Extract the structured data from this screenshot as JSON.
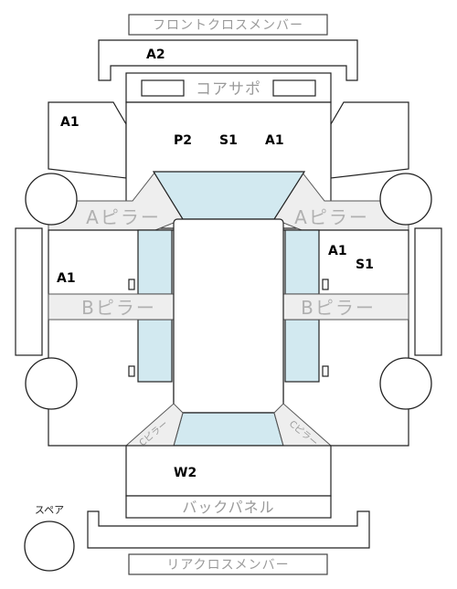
{
  "labels": {
    "front_cross_member": "フロントクロスメンバー",
    "core_support": "コアサポ",
    "a_pillar": "Aピラー",
    "b_pillar": "Bピラー",
    "c_pillar": "Cピラー",
    "back_panel": "バックパネル",
    "rear_cross_member": "リアクロスメンバー",
    "spare": "スペア"
  },
  "codes": {
    "a2": "A2",
    "front_left_a1": "A1",
    "front_p2": "P2",
    "front_s1": "S1",
    "front_a1": "A1",
    "right_a1": "A1",
    "right_s1": "S1",
    "left_a1": "A1",
    "rear_w2": "W2"
  },
  "colors": {
    "glass": "#d2e9f0",
    "label_gray": "#9a9a9a",
    "line": "#222222"
  }
}
